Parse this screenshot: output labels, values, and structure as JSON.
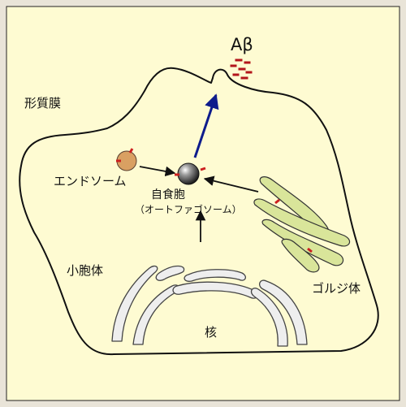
{
  "labels": {
    "plasma_membrane": "形質膜",
    "abeta": "Aβ",
    "endosome": "エンドソーム",
    "autophagosome_line1": "自食胞",
    "autophagosome_line2": "（オートファゴソーム）",
    "golgi": "ゴルジ体",
    "vesicle": "小胞体",
    "nucleus": "核"
  },
  "colors": {
    "background": "#fefbd2",
    "frame": "#e9e4d8",
    "cell_fill": "#fefbd2",
    "endosome": "#d9a062",
    "golgi": "#d9e59a",
    "er": "#eeeeee",
    "marker": "#cc1f1f",
    "abeta": "#b3151b",
    "arrow_blue": "#0e1c8c"
  }
}
